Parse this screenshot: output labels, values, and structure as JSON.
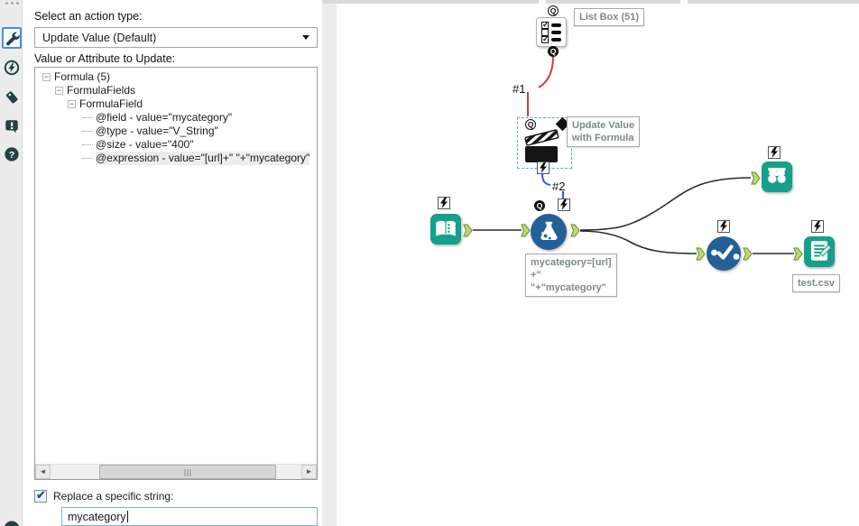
{
  "colors": {
    "teal": "#16a08b",
    "tool_blue": "#236096",
    "wire_red": "#d93b31",
    "wire_blue": "#3d50e0",
    "anchor_green": "#c0d878",
    "selection_blue": "#58a6e8"
  },
  "toolbar": {
    "icons": [
      {
        "name": "wrench-configuration",
        "selected": true
      },
      {
        "name": "interface-designer",
        "selected": false
      },
      {
        "name": "annotation-tag",
        "selected": false
      },
      {
        "name": "errors-alert",
        "selected": false
      },
      {
        "name": "help",
        "selected": false
      }
    ]
  },
  "panel": {
    "action_type_label": "Select an action type:",
    "action_type_value": "Update Value (Default)",
    "attribute_label": "Value or Attribute to Update:",
    "tree": [
      {
        "label": "Formula (5)",
        "level": 0,
        "expanded": true
      },
      {
        "label": "FormulaFields",
        "level": 1,
        "expanded": true
      },
      {
        "label": "FormulaField",
        "level": 2,
        "expanded": true
      },
      {
        "label": "@field - value=\"mycategory\"",
        "level": 3
      },
      {
        "label": "@type - value=\"V_String\"",
        "level": 3
      },
      {
        "label": "@size - value=\"400\"",
        "level": 3
      },
      {
        "label": "@expression - value=\"[url]+\" \"+\"mycategory\"",
        "level": 3,
        "selected": true
      }
    ],
    "toggle_glyph": "−",
    "replace_checkbox_label": "Replace a specific string:",
    "replace_checked": true,
    "replace_value": "mycategory",
    "hscroll_left_arrow": "◄",
    "hscroll_right_arrow": "►"
  },
  "canvas": {
    "annotations": {
      "list_box": "List Box (51)",
      "action_line1": "Update Value",
      "action_line2": "with Formula",
      "formula_line1": "mycategory=[url]",
      "formula_line2": "+\"",
      "formula_line3": "\"+\"mycategory\"",
      "output_file": "test.csv"
    },
    "connection_labels": {
      "c1": "#1",
      "c2": "#2"
    },
    "anchor_q_glyph": "Q"
  }
}
